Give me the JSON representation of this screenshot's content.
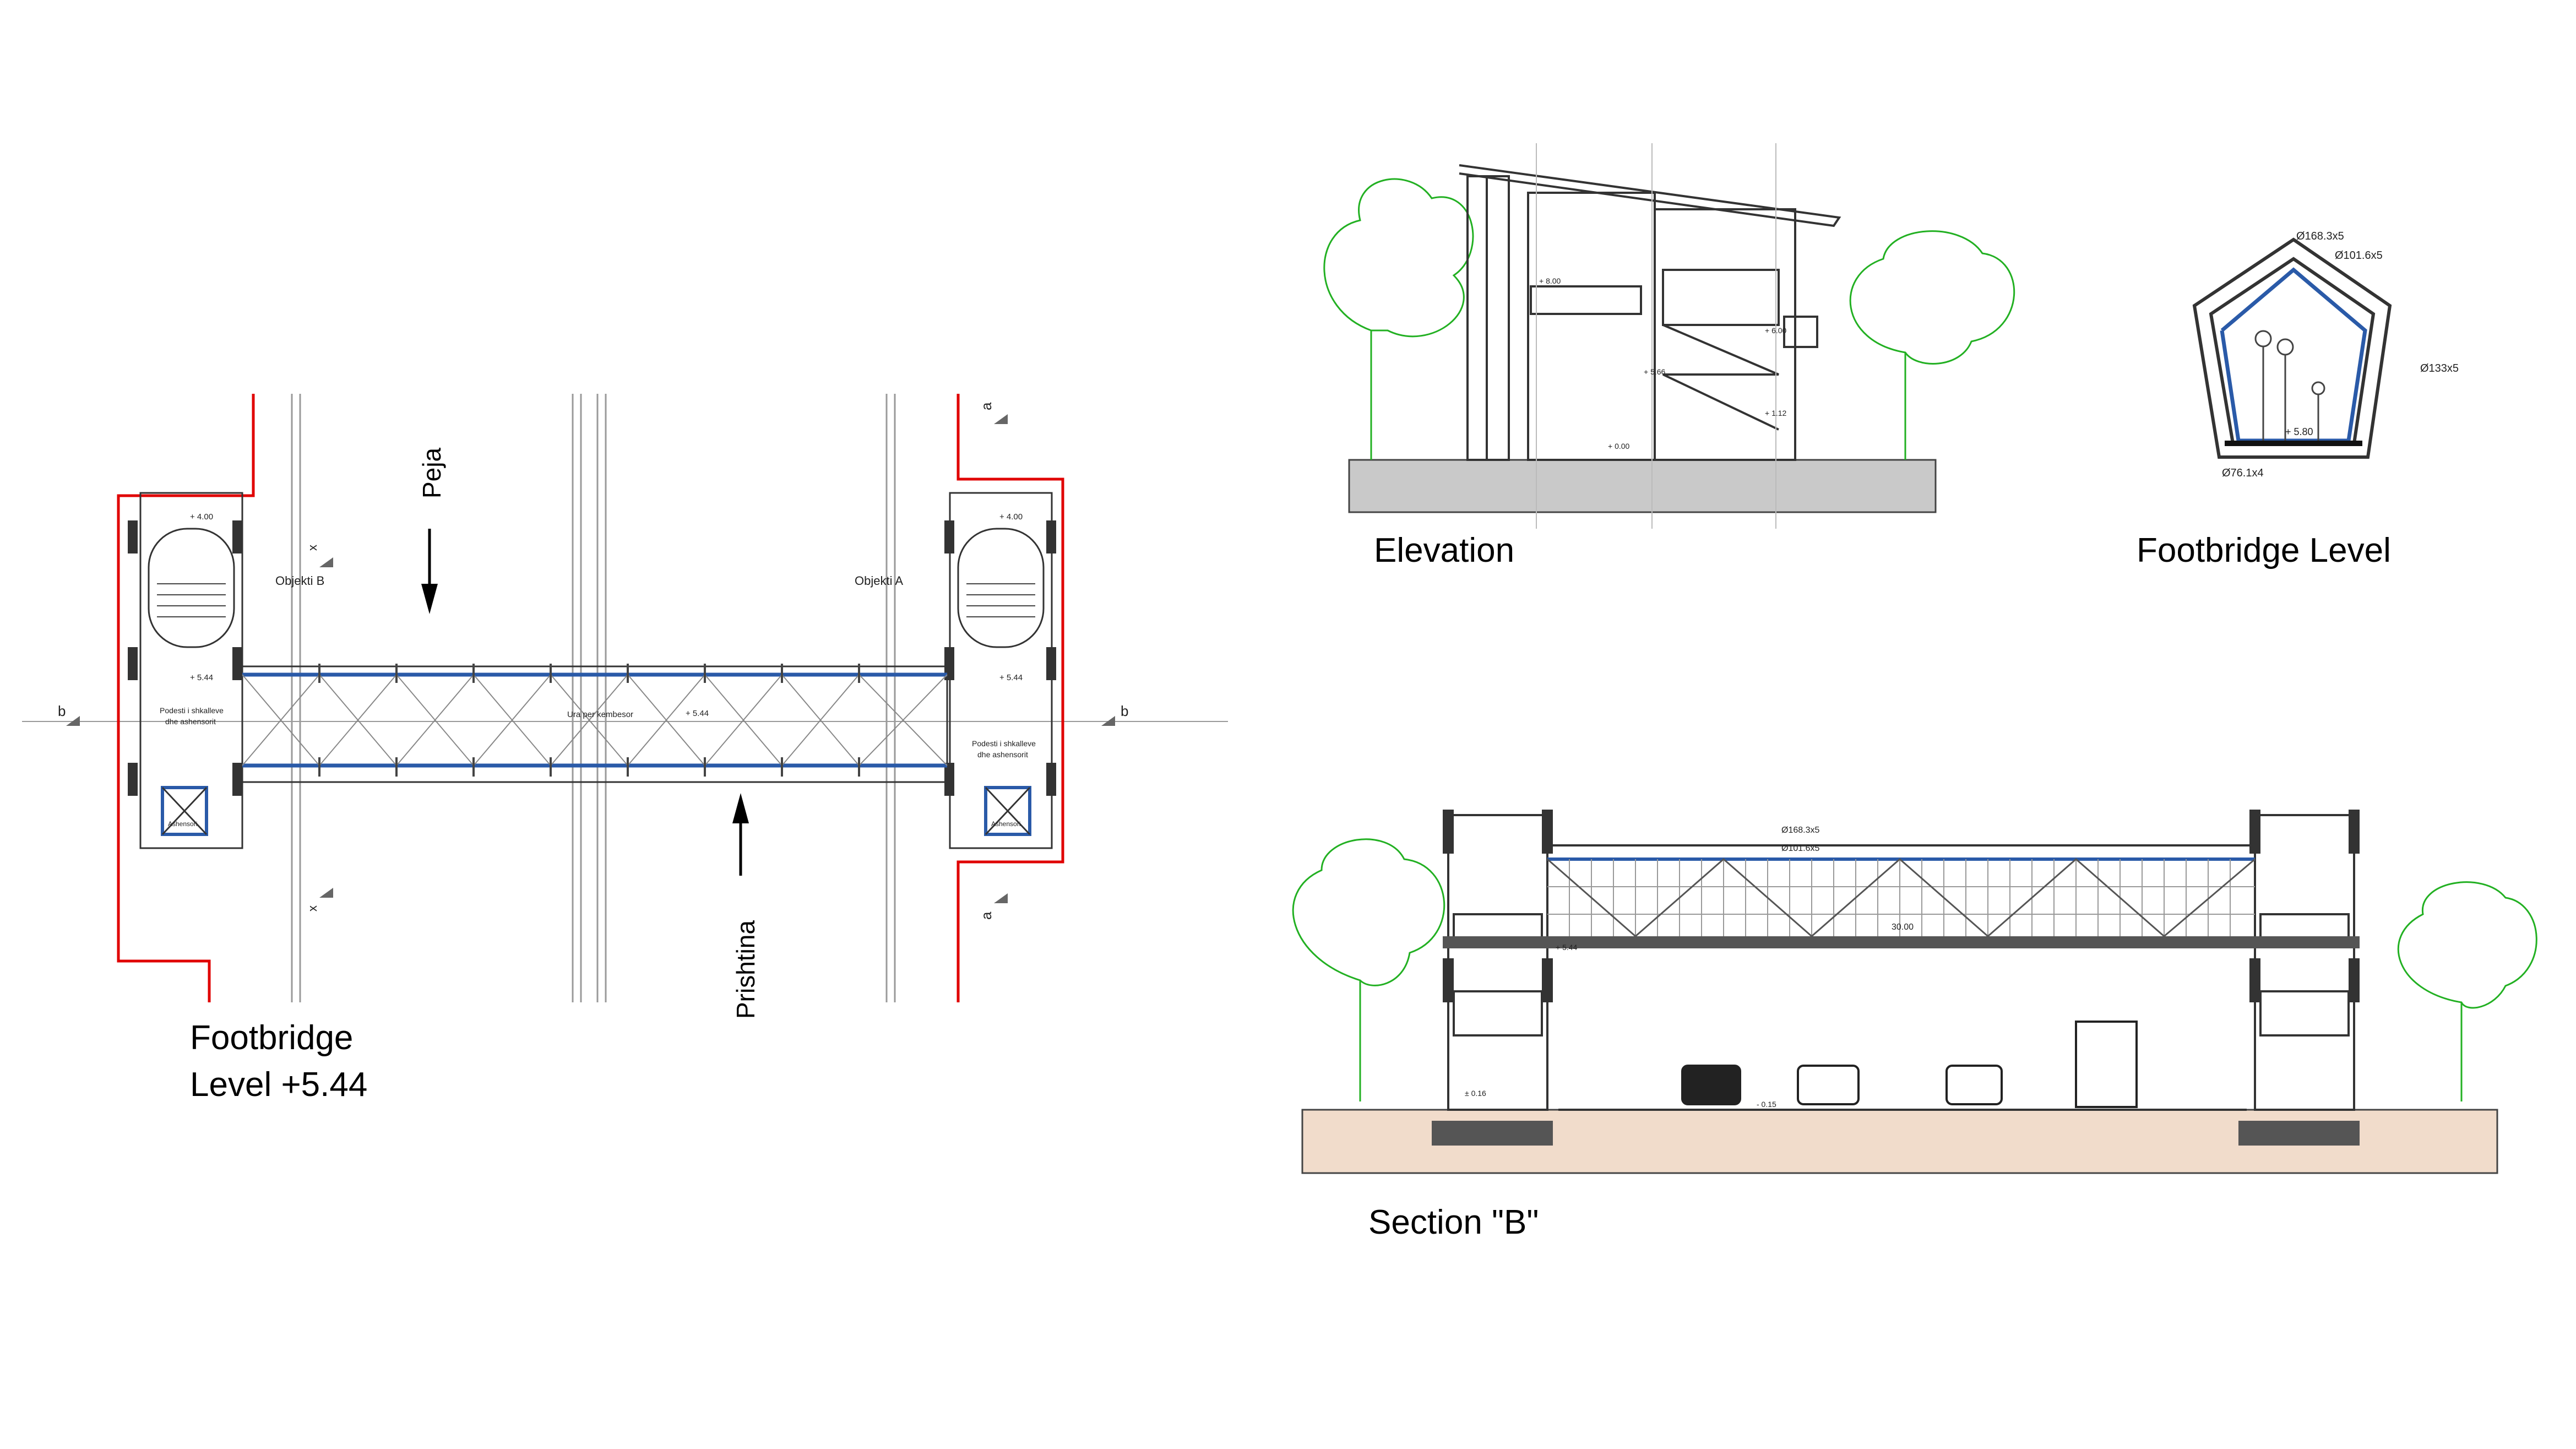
{
  "plan": {
    "title_line1": "Footbridge",
    "title_line2": "Level +5.44",
    "north_label": "Peja",
    "south_label": "Prishtina",
    "building_left": "Objekti B",
    "building_right": "Objekti A",
    "bridge_label": "Ura per kembesor",
    "level_bridge": "+ 5.44",
    "level_stair_top": "+ 4.00",
    "landing_left_line1": "Podesti i shkalleve",
    "landing_left_line2": "dhe ashensorit",
    "landing_right_line1": "Podesti i shkalleve",
    "landing_right_line2": "dhe ashensorit",
    "elevator_label": "Ashensori",
    "section_mark_a": "a",
    "section_mark_b": "b",
    "section_mark_x": "x"
  },
  "elevation": {
    "title": "Elevation",
    "level_1": "+ 8.00",
    "level_2": "+ 5.66",
    "level_3": "+ 1.12",
    "level_4": "+ 0.00",
    "level_5": "+ 6.00"
  },
  "cross_section": {
    "title": "Footbridge Level",
    "dim_outer": "Ø168.3x5",
    "dim_inner": "Ø101.6x5",
    "dim_side": "Ø133x5",
    "dim_bottom": "Ø76.1x4",
    "level": "+ 5.80"
  },
  "section_b": {
    "title": "Section \"B\"",
    "dim_top": "Ø168.3x5",
    "dim_top2": "Ø101.6x5",
    "dim_span": "30.00",
    "level_left": "+ 5.44",
    "level_ground": "± 0.16",
    "level_road": "- 0.15"
  }
}
